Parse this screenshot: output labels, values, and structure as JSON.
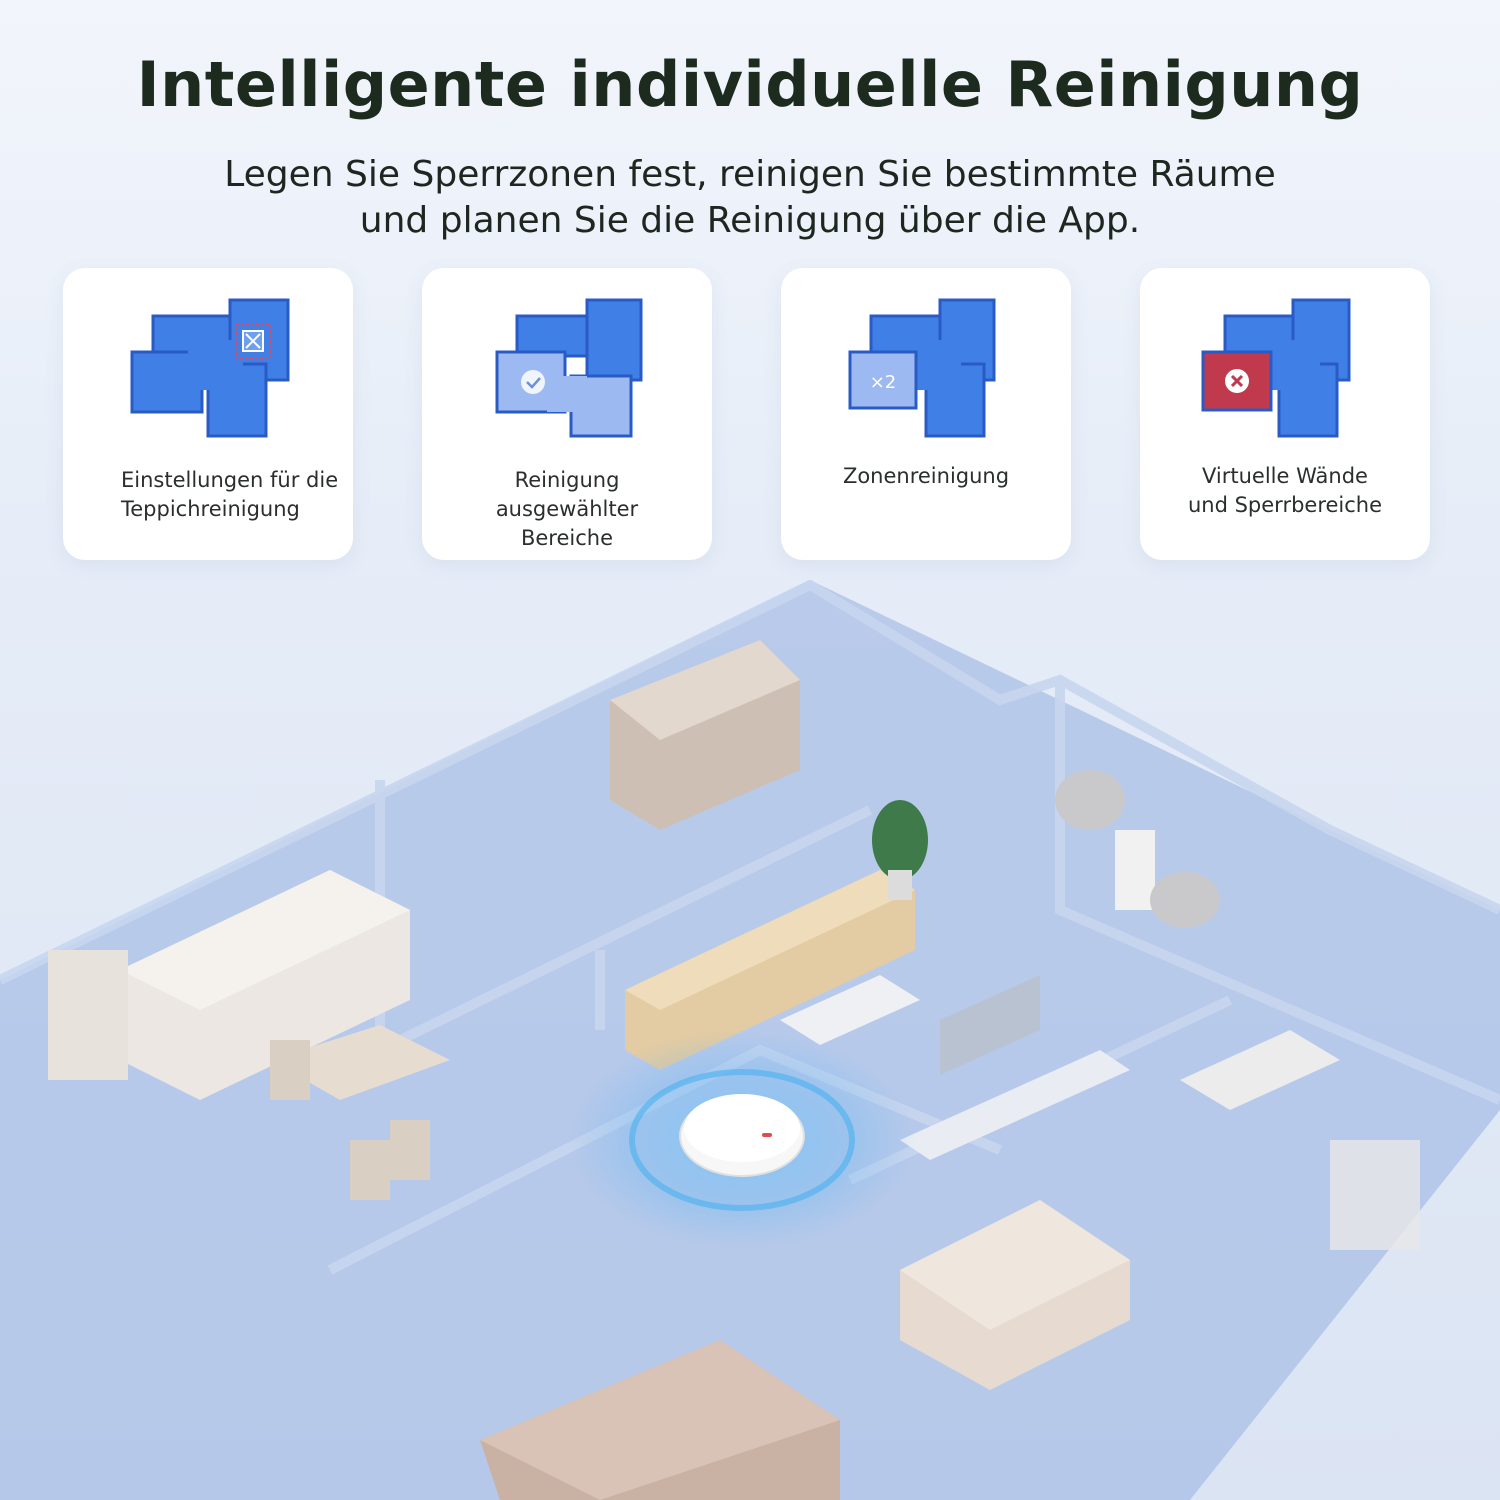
{
  "header": {
    "title": "Intelligente individuelle Reinigung",
    "subtitle": "Legen Sie Sperrzonen fest, reinigen Sie bestimmte Räume\nund planen Sie die Reinigung über die App."
  },
  "features": [
    {
      "label": "Einstellungen für die\nTeppichreinigung",
      "icon": "carpet-map-icon"
    },
    {
      "label": "Reinigung\nausgewählter\nBereiche",
      "icon": "selected-area-map-icon"
    },
    {
      "label": "Zonenreinigung",
      "icon": "zone-map-icon",
      "badge": "×2"
    },
    {
      "label": "Virtuelle Wände\nund Sperrbereiche",
      "icon": "no-go-map-icon"
    }
  ],
  "colors": {
    "map_blue": "#3f7fe6",
    "map_stroke": "#2a5bc4",
    "map_light": "#8fb0ef",
    "no_go_red": "#c0394d",
    "title": "#1d2b1f"
  }
}
